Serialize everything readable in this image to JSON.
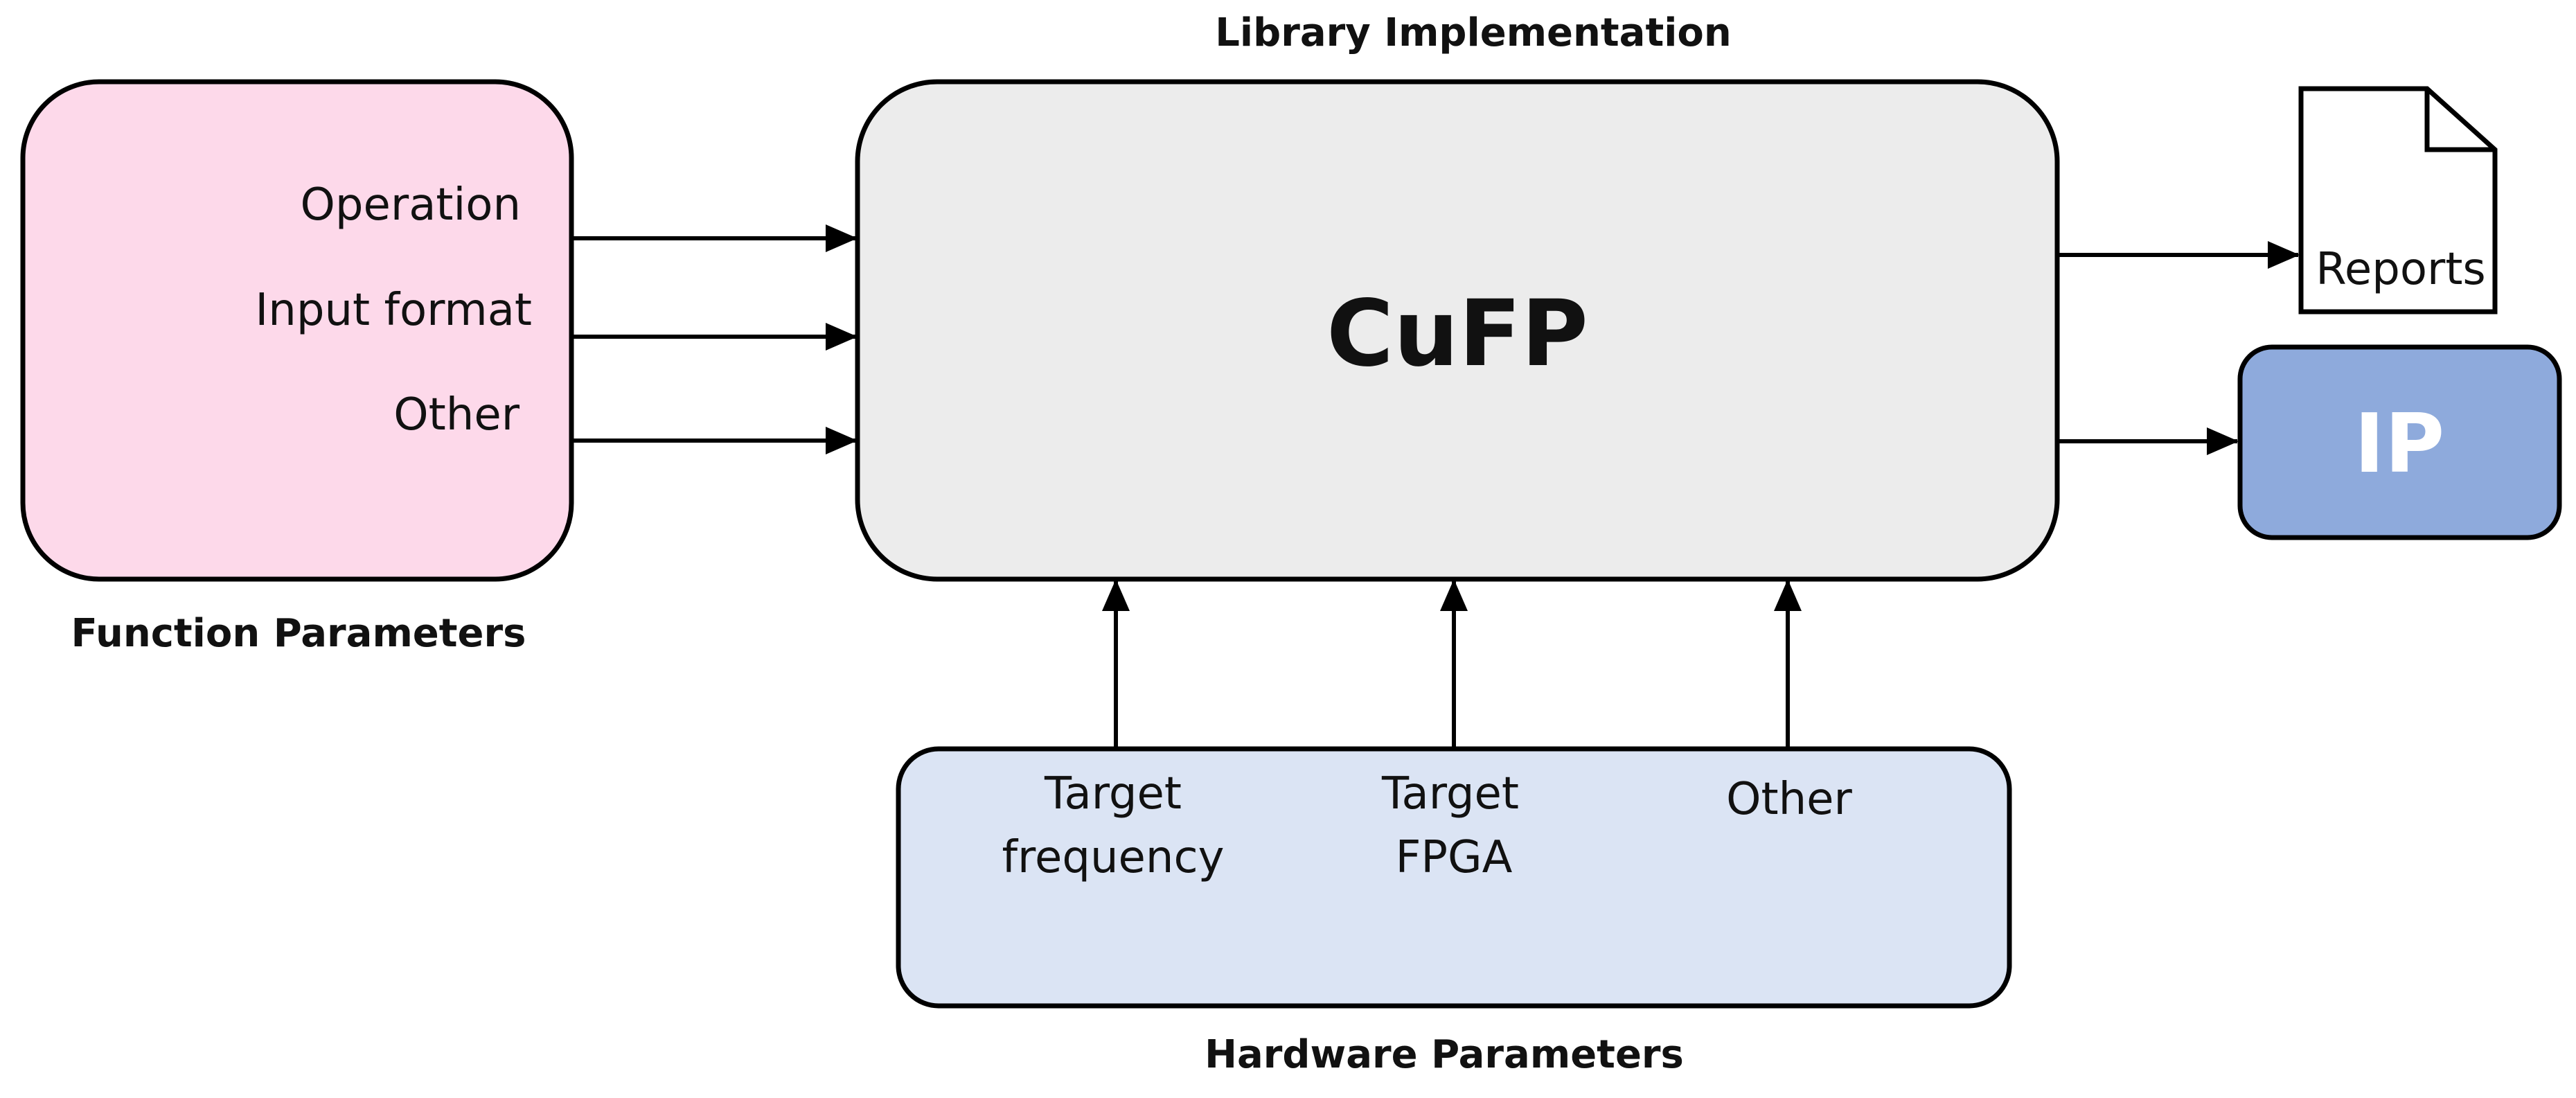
{
  "diagram": {
    "library": {
      "heading": "Library Implementation",
      "name": "CuFP"
    },
    "function_params": {
      "heading": "Function Parameters",
      "items": [
        "Operation",
        "Input format",
        "Other"
      ]
    },
    "hardware_params": {
      "heading": "Hardware Parameters",
      "items": [
        [
          "Target",
          "frequency"
        ],
        [
          "Target",
          "FPGA"
        ],
        [
          "Other"
        ]
      ]
    },
    "outputs": {
      "reports": "Reports",
      "ip": "IP"
    },
    "colors": {
      "function_box_fill": "#fdd9ea",
      "library_box_fill": "#ececec",
      "hardware_box_fill": "#dbe4f4",
      "ip_box_fill": "#8eaadc",
      "stroke": "#000000"
    }
  }
}
